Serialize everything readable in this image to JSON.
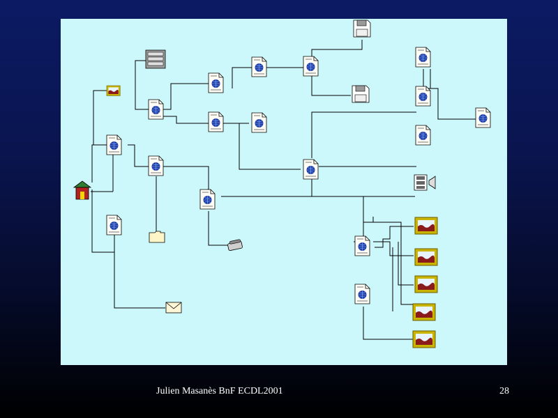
{
  "slide": {
    "footer_author": "Julien Masanès BnF     ECDL2001",
    "page_number": "28"
  },
  "diagram": {
    "description_kind": "web site link graph",
    "colors": {
      "panel": "#ccf8fb",
      "line": "#000000",
      "globe": "#1f3fa8",
      "picture_frame": "#c9b400",
      "picture_fill": "#8b1a1a",
      "house_roof": "#2e7d32",
      "house_wall": "#b22222"
    },
    "node_icons": [
      "home-icon",
      "web-page-icon",
      "picture-icon",
      "server-icon",
      "floppy-disk-icon",
      "folder-icon",
      "mail-icon",
      "video-icon",
      "telephone-icon"
    ]
  }
}
